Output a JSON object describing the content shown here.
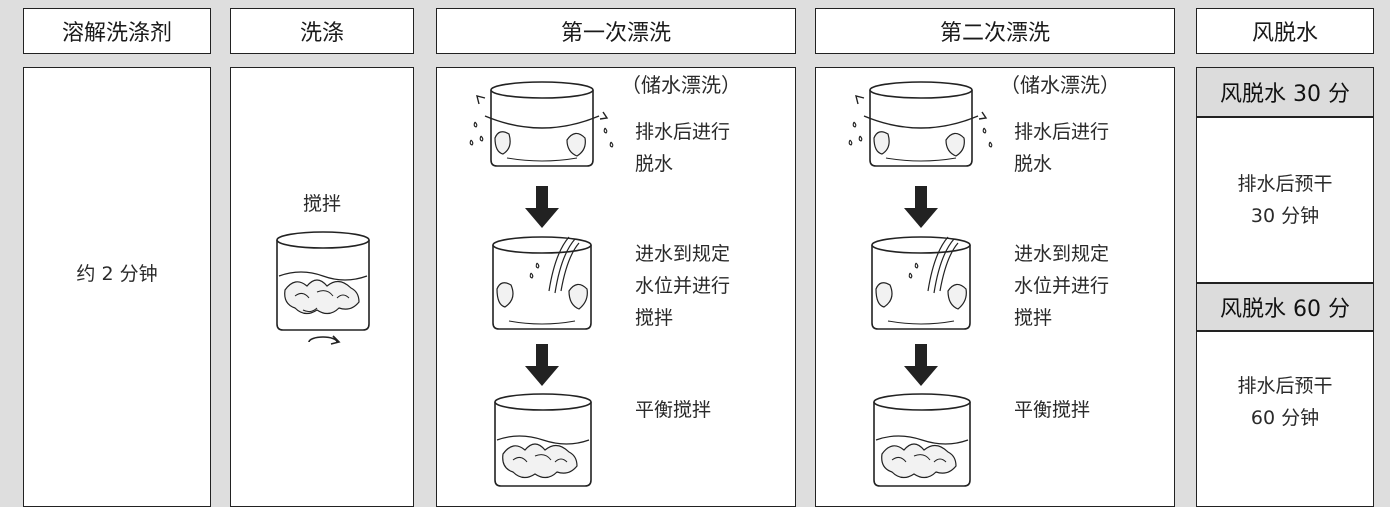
{
  "headers": [
    "溶解洗涤剂",
    "洗涤",
    "第一次漂洗",
    "第二次漂洗",
    "风脱水"
  ],
  "dissolve": {
    "time": "约 2 分钟"
  },
  "wash": {
    "label": "搅拌"
  },
  "rinse1": {
    "note": "（储水漂洗）",
    "step1": "排水后进行\n脱水",
    "step2": "进水到规定\n水位并进行\n搅拌",
    "step3": "平衡搅拌"
  },
  "rinse2": {
    "note": "（储水漂洗）",
    "step1": "排水后进行\n脱水",
    "step2": "进水到规定\n水位并进行\n搅拌",
    "step3": "平衡搅拌"
  },
  "airdry": {
    "opt30_title": "风脱水 30 分",
    "opt30_desc": "排水后预干\n30 分钟",
    "opt60_title": "风脱水 60 分",
    "opt60_desc": "排水后预干\n60 分钟"
  }
}
